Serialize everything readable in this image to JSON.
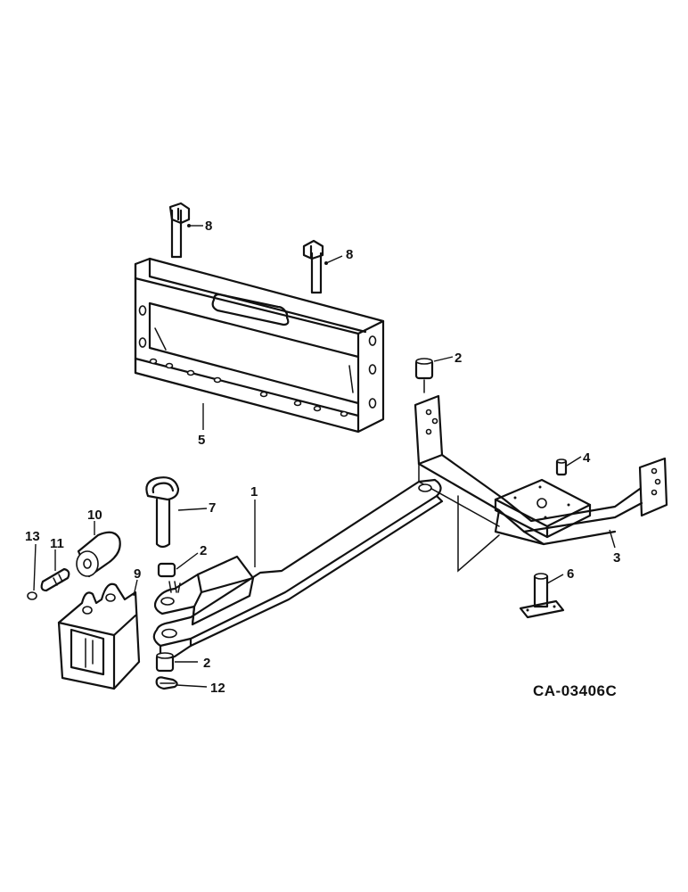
{
  "callouts": {
    "c1": "1",
    "c2a": "2",
    "c2b": "2",
    "c2c": "2",
    "c3": "3",
    "c4": "4",
    "c5": "5",
    "c6": "6",
    "c7": "7",
    "c8a": "8",
    "c8b": "8",
    "c9": "9",
    "c10": "10",
    "c11": "11",
    "c12": "12",
    "c13": "13"
  },
  "reference_code": "CA-03406C"
}
